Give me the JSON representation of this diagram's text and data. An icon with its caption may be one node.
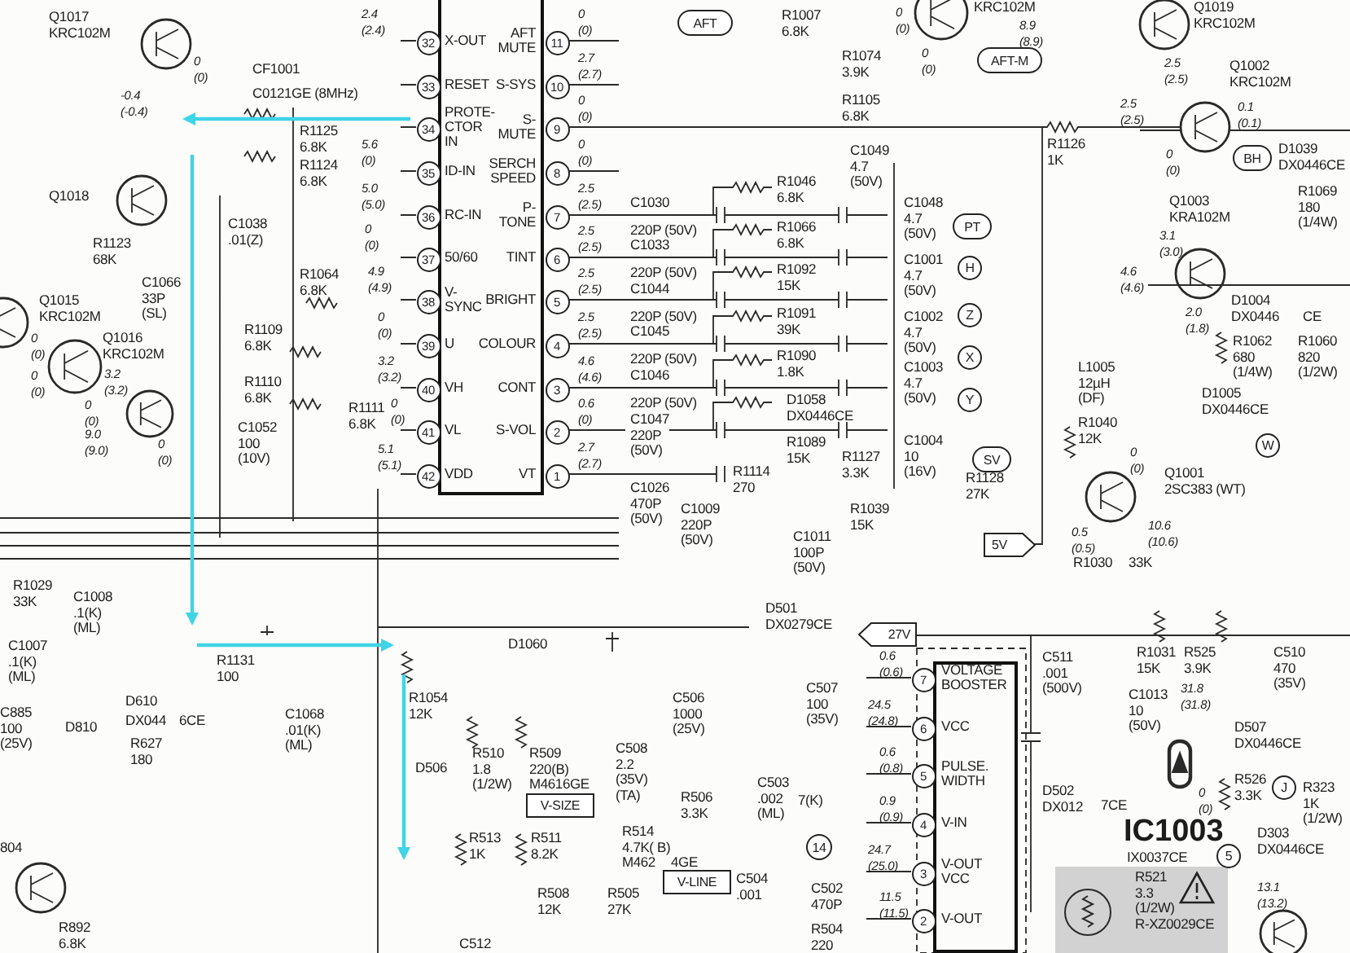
{
  "diagram": {
    "nodes": [
      {
        "text": [
          "X-OUT",
          "RESET",
          "PROTE- CTOR IN",
          "ID-IN",
          "RC-IN",
          "50/60",
          "V- SYNC",
          "U",
          "VH",
          "VL",
          "VDD",
          "AFT MUTE",
          "S-SYS",
          "S- MUTE",
          "SERCH SPEED",
          "P- TONE",
          "TINT",
          "BRIGHT",
          "COLOUR",
          "CONT",
          "S-VOL",
          "VT"
        ]
      },
      {
        "text": [
          "VOLTAGE BOOSTER",
          "VCC",
          "PULSE. WIDTH",
          "V-IN",
          "V-OUT VCC",
          "V-OUT"
        ]
      },
      {
        "text": [
          "32"
        ]
      },
      {
        "text": [
          "33"
        ]
      },
      {
        "text": [
          "34"
        ]
      },
      {
        "text": [
          "35"
        ]
      },
      {
        "text": [
          "36"
        ]
      },
      {
        "text": [
          "37"
        ]
      },
      {
        "text": [
          "38"
        ]
      },
      {
        "text": [
          "39"
        ]
      },
      {
        "text": [
          "40"
        ]
      },
      {
        "text": [
          "41"
        ]
      },
      {
        "text": [
          "42"
        ]
      },
      {
        "text": [
          "11"
        ]
      },
      {
        "text": [
          "10"
        ]
      },
      {
        "text": [
          "9"
        ]
      },
      {
        "text": [
          "8"
        ]
      },
      {
        "text": [
          "7"
        ]
      },
      {
        "text": [
          "6"
        ]
      },
      {
        "text": [
          "5"
        ]
      },
      {
        "text": [
          "4"
        ]
      },
      {
        "text": [
          "3"
        ]
      },
      {
        "text": [
          "2"
        ]
      },
      {
        "text": [
          "1"
        ]
      },
      {
        "text": [
          "7"
        ]
      },
      {
        "text": [
          "6"
        ]
      },
      {
        "text": [
          "5"
        ]
      },
      {
        "text": [
          "4"
        ]
      },
      {
        "text": [
          "3"
        ]
      },
      {
        "text": [
          "2"
        ]
      },
      {
        "text": [
          "AFT"
        ]
      },
      {
        "text": [
          "AFT-M"
        ]
      },
      {
        "text": [
          "BH"
        ]
      },
      {
        "text": [
          "PT"
        ]
      },
      {
        "text": [
          "H"
        ]
      },
      {
        "text": [
          "Z"
        ]
      },
      {
        "text": [
          "X"
        ]
      },
      {
        "text": [
          "Y"
        ]
      },
      {
        "text": [
          "SV"
        ]
      },
      {
        "text": [
          "W"
        ]
      },
      {
        "text": [
          "5V"
        ]
      },
      {
        "text": [
          "27V"
        ]
      },
      {
        "text": [
          "V-SIZE"
        ]
      },
      {
        "text": [
          "V-LINE"
        ]
      },
      {
        "text": [
          "14"
        ]
      },
      {
        "text": [
          "J"
        ]
      },
      {
        "text": [
          "5"
        ]
      }
    ],
    "labels": [
      "Q1017",
      "KRC102M",
      "0",
      "(0)",
      "2.4",
      "(2.4)",
      "CF1001",
      "C0121GE (8MHz)",
      "-0.4",
      "(-0.4)",
      "R1125",
      "6.8K",
      "R1124",
      "6.8K",
      "5.6",
      "(0)",
      "5.0",
      "(5.0)",
      "Q1018",
      "R1123",
      "68K",
      "C1038",
      ".01(Z)",
      "0",
      "(0)",
      "R1064",
      "6.8K",
      "4.9",
      "(4.9)",
      "C1066",
      "33P",
      "(SL)",
      "Q1015",
      "KRC102M",
      "Q1016",
      "KRC102M",
      "R1109",
      "6.8K",
      "0",
      "(0)",
      "R1110",
      "6.8K",
      "3.2",
      "(3.2)",
      "R1111",
      "6.8K",
      "0",
      "(0)",
      "C1052",
      "100",
      "(10V)",
      "5.1",
      "(5.1)",
      "0",
      "(0)",
      "0",
      "(0)",
      "3.2",
      "(3.2)",
      "0",
      "(0)",
      "9.0",
      "(9.0)",
      "0",
      "(0)",
      "0",
      "(0)",
      "2.7",
      "(2.7)",
      "0",
      "(0)",
      "0",
      "(0)",
      "2.5",
      "(2.5)",
      "2.5",
      "(2.5)",
      "2.5",
      "(2.5)",
      "2.5",
      "(2.5)",
      "4.6",
      "(4.6)",
      "0.6",
      "(0)",
      "2.7",
      "(2.7)",
      "R1007",
      "6.8K",
      "R1074",
      "3.9K",
      "R1105",
      "6.8K",
      "C1049",
      "4.7",
      "(50V)",
      "R1046",
      "6.8K",
      "C1030",
      "220P (50V)",
      "R1066",
      "6.8K",
      "C1033",
      "220P (50V)",
      "R1092",
      "15K",
      "C1044",
      "220P (50V)",
      "R1091",
      "39K",
      "C1045",
      "220P (50V)",
      "R1090",
      "1.8K",
      "C1046",
      "220P (50V)",
      "D1058",
      "DX0446CE",
      "C1047",
      "220P",
      "(50V)",
      "R1089",
      "15K",
      "R1127",
      "3.3K",
      "R1114",
      "270",
      "C1026",
      "470P",
      "(50V)",
      "C1009",
      "220P",
      "(50V)",
      "C1011",
      "100P",
      "(50V)",
      "R1039",
      "15K",
      "KRC102M",
      "0",
      "(0)",
      "8.9",
      "(8.9)",
      "0",
      "(0)",
      "Q1019",
      "KRC102M",
      "2.5",
      "(2.5)",
      "Q1002",
      "KRC102M",
      "2.5",
      "(2.5)",
      "0.1",
      "(0.1)",
      "R1126",
      "1K",
      "0",
      "(0)",
      "D1039",
      "DX0446CE",
      "R1069",
      "180",
      "(1/4W)",
      "C1048",
      "4.7",
      "(50V)",
      "Q1003",
      "KRA102M",
      "3.1",
      "(3.0)",
      "C1001",
      "4.7",
      "(50V)",
      "4.6",
      "(4.6)",
      "2.0",
      "(1.8)",
      "D1004",
      "DX0446",
      "CE",
      "C1002",
      "4.7",
      "(50V)",
      "R1062",
      "680",
      "(1/4W)",
      "R1060",
      "820",
      "(1/2W)",
      "C1003",
      "4.7",
      "(50V)",
      "L1005",
      "12µH",
      "(DF)",
      "D1005",
      "DX0446CE",
      "R1040",
      "12K",
      "C1004",
      "10",
      "(16V)",
      "R1128",
      "27K",
      "0",
      "(0)",
      "Q1001",
      "2SC383 (WT)",
      "0.5",
      "(0.5)",
      "10.6",
      "(10.6)",
      "R1030",
      "33K",
      "R1029",
      "33K",
      "C1008",
      ".1(K)",
      "(ML)",
      "C1007",
      ".1(K)",
      "(ML)",
      "R1131",
      "100",
      "C1068",
      ".01(K)",
      "(ML)",
      "D610",
      "DX044",
      "6CE",
      "D810",
      "C885",
      "100",
      "(25V)",
      "R627",
      "180",
      "804",
      "R892",
      "6.8K",
      "R1054",
      "12K",
      "D506",
      "D1060",
      "R510",
      "1.8",
      "(1/2W)",
      "R509",
      "220(B)",
      "M4616GE",
      "C506",
      "1000",
      "(25V)",
      "C508",
      "2.2",
      "(35V)",
      "(TA)",
      "R506",
      "3.3K",
      "C503",
      ".002",
      "(ML)",
      "7(K)",
      "R513",
      "1K",
      "R511",
      "8.2K",
      "R514",
      "4.7K( B)",
      "M462",
      "4GE",
      "R508",
      "12K",
      "R505",
      "27K",
      "C504",
      ".001",
      "C502",
      "470P",
      "C507",
      "100",
      "(35V)",
      "R504",
      "220",
      "C512",
      "D501",
      "DX0279CE",
      "0.6",
      "(0.6)",
      "24.5",
      "(24.8)",
      "0.6",
      "(0.8)",
      "0.9",
      "(0.9)",
      "24.7",
      "(25.0)",
      "11.5",
      "(11.5)",
      "C511",
      ".001",
      "(500V)",
      "D502",
      "DX012",
      "7CE",
      "R1031",
      "15K",
      "R525",
      "3.9K",
      "C510",
      "470",
      "(35V)",
      "C1013",
      "10",
      "(50V)",
      "31.8",
      "(31.8)",
      "D507",
      "DX0446CE",
      "R526",
      "3.3K",
      "R323",
      "1K",
      "(1/2W)",
      "0",
      "(0)",
      "IC1003",
      "IX0037CE",
      "D303",
      "DX0446CE",
      "13.1",
      "(13.2)",
      "R521",
      "3.3",
      "(1/2W)",
      "R-XZ0029CE"
    ]
  }
}
